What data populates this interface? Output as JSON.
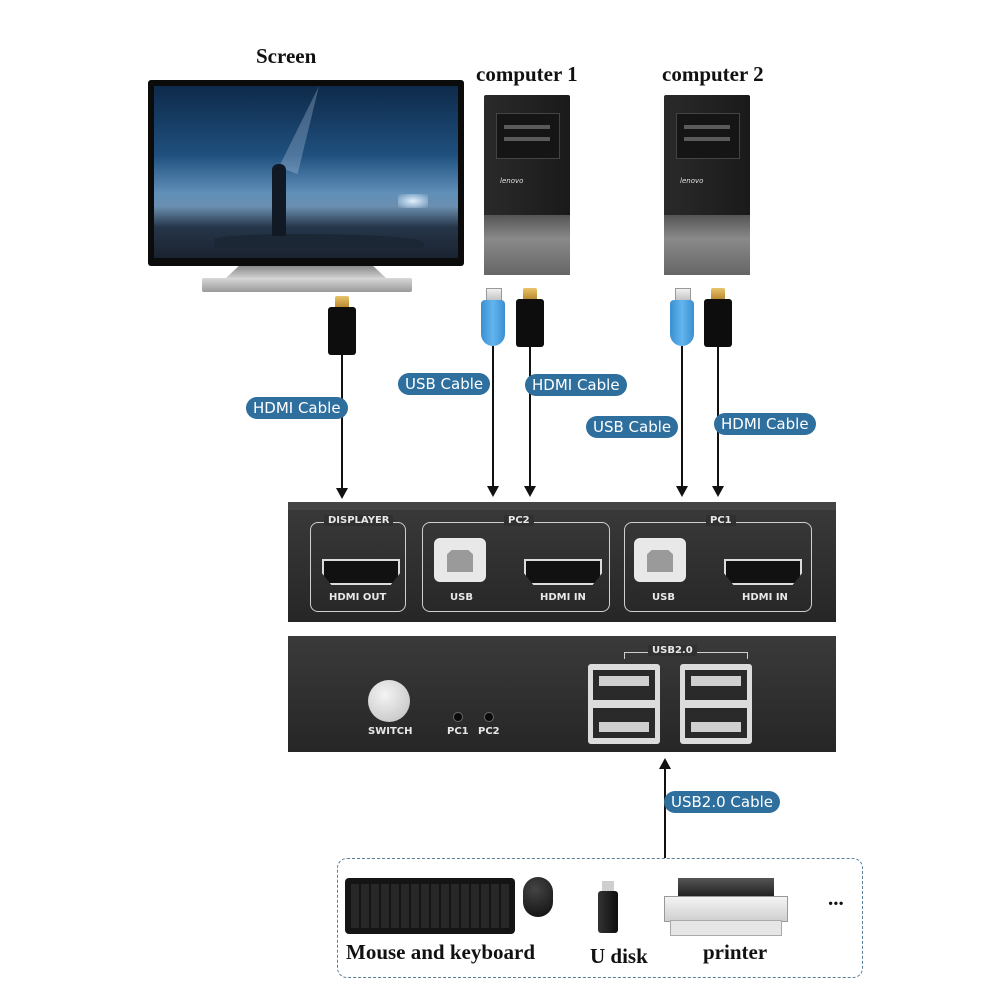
{
  "devices": {
    "screen": "Screen",
    "computer1": "computer 1",
    "computer2": "computer 2",
    "monitor_brand_1": "lenovo",
    "monitor_brand_2": "lenovo"
  },
  "cables": {
    "screen_hdmi": "HDMI Cable",
    "pc1_usb": "USB Cable",
    "pc1_hdmi": "HDMI Cable",
    "pc2_usb": "USB Cable",
    "pc2_hdmi": "HDMI Cable",
    "usb20": "USB2.0 Cable"
  },
  "switch_back": {
    "displayer": "DISPLAYER",
    "hdmi_out": "HDMI OUT",
    "pc2": "PC2",
    "pc2_usb": "USB",
    "pc2_hdmi": "HDMI IN",
    "pc1": "PC1",
    "pc1_usb": "USB",
    "pc1_hdmi": "HDMI IN"
  },
  "switch_front": {
    "switch": "SWITCH",
    "led1": "PC1",
    "led2": "PC2",
    "usb_group": "USB2.0"
  },
  "peripherals": {
    "mouse_keyboard": "Mouse and keyboard",
    "udisk": "U disk",
    "printer": "printer",
    "more": "..."
  },
  "colors": {
    "pill": "#2f6f9e",
    "switch_body": "#2c2c2c",
    "usb_plug": "#4aa3e0",
    "hdmi_gold": "#d4a64a"
  }
}
